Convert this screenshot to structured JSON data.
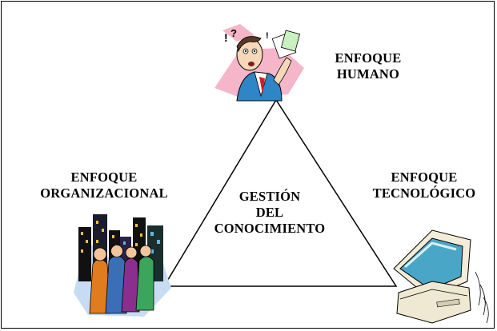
{
  "diagram": {
    "center_label": [
      "GESTIÓN",
      "DEL",
      "CONOCIMIENTO"
    ],
    "top_label": [
      "ENFOQUE",
      "HUMANO"
    ],
    "left_label": [
      "ENFOQUE",
      "ORGANIZACIONAL"
    ],
    "right_label": [
      "ENFOQUE",
      "TECNOLÓGICO"
    ]
  },
  "icons": {
    "top": "person-clipart-icon",
    "left": "business-group-city-icon",
    "right": "computer-icon"
  },
  "colors": {
    "stroke": "#000000",
    "background": "#ffffff"
  }
}
